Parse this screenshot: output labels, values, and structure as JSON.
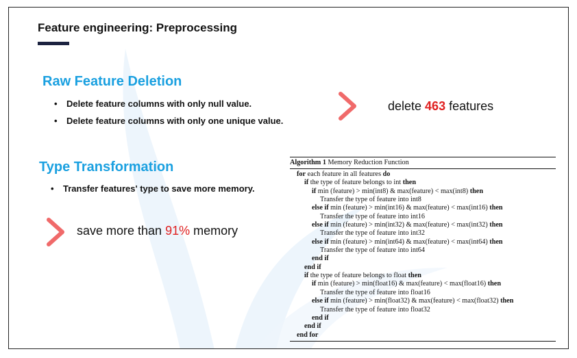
{
  "title": "Feature engineering: Preprocessing",
  "colors": {
    "heading": "#1aa0e0",
    "accent_red": "#e02020",
    "chevron": "#f06a6a",
    "title_bar": "#1c2340"
  },
  "raw_deletion": {
    "heading": "Raw Feature Deletion",
    "bullets": [
      "Delete feature columns with only null value.",
      "Delete feature columns with only one unique value."
    ],
    "bullet_marker": "•",
    "result_prefix": "delete ",
    "result_number": "463",
    "result_suffix": " features"
  },
  "type_transformation": {
    "heading": "Type Transformation",
    "bullets": [
      "Transfer features' type to save more memory."
    ],
    "bullet_marker": "•",
    "result_prefix": "save more than ",
    "result_number": "91%",
    "result_suffix": " memory"
  },
  "algorithm": {
    "caption_label": "Algorithm 1",
    "caption_text": "Memory Reduction Function",
    "lines": [
      {
        "indent": 1,
        "kw1": "for",
        "text": " each feature in all features ",
        "kw2": "do"
      },
      {
        "indent": 2,
        "kw1": "if",
        "text": " the type of feature belongs to int ",
        "kw2": "then"
      },
      {
        "indent": 3,
        "kw1": "if",
        "text": " min (feature) > min(int8) & max(feature) < max(int8)  ",
        "kw2": "then"
      },
      {
        "indent": 4,
        "kw1": "",
        "text": "Transfer the type of feature into int8",
        "kw2": ""
      },
      {
        "indent": 3,
        "kw1": "else if",
        "text": " min (feature) > min(int16) & max(feature) < max(int16)  ",
        "kw2": "then"
      },
      {
        "indent": 4,
        "kw1": "",
        "text": "Transfer the type of feature into int16",
        "kw2": ""
      },
      {
        "indent": 3,
        "kw1": "else if",
        "text": " min (feature) > min(int32) & max(feature) < max(int32)  ",
        "kw2": "then"
      },
      {
        "indent": 4,
        "kw1": "",
        "text": "Transfer the type of feature into int32",
        "kw2": ""
      },
      {
        "indent": 3,
        "kw1": "else if",
        "text": " min (feature) > min(int64) & max(feature) < max(int64)  ",
        "kw2": "then"
      },
      {
        "indent": 4,
        "kw1": "",
        "text": "Transfer the type of feature into int64",
        "kw2": ""
      },
      {
        "indent": 3,
        "kw1": "end if",
        "text": "",
        "kw2": ""
      },
      {
        "indent": 2,
        "kw1": "end if",
        "text": "",
        "kw2": ""
      },
      {
        "indent": 2,
        "kw1": "if",
        "text": " the type of feature belongs to float ",
        "kw2": "then"
      },
      {
        "indent": 3,
        "kw1": "if",
        "text": " min (feature) > min(float16) & max(feature) < max(float16)  ",
        "kw2": "then"
      },
      {
        "indent": 4,
        "kw1": "",
        "text": "Transfer the type of feature into float16",
        "kw2": ""
      },
      {
        "indent": 3,
        "kw1": "else if",
        "text": " min (feature) > min(float32) & max(feature) < max(float32)  ",
        "kw2": "then"
      },
      {
        "indent": 4,
        "kw1": "",
        "text": "Transfer the type of feature into float32",
        "kw2": ""
      },
      {
        "indent": 3,
        "kw1": "end if",
        "text": "",
        "kw2": ""
      },
      {
        "indent": 2,
        "kw1": "end if",
        "text": "",
        "kw2": ""
      },
      {
        "indent": 1,
        "kw1": "end for",
        "text": "",
        "kw2": ""
      }
    ]
  }
}
